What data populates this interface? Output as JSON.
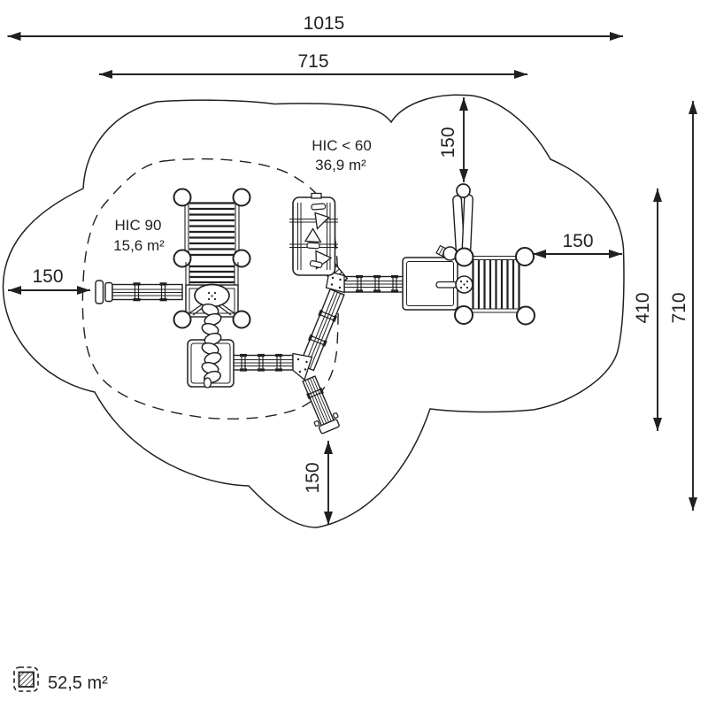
{
  "colors": {
    "ink": "#231f20",
    "background": "#ffffff"
  },
  "drawing": {
    "dimensions": {
      "total_width": "1015",
      "usable_width": "715",
      "clearance_left": "150",
      "clearance_top": "150",
      "clearance_right": "150",
      "clearance_bottom": "150",
      "equipment_height": "410",
      "total_height": "710"
    },
    "zones": {
      "outer": {
        "hic": "HIC < 60",
        "area": "36,9 m²"
      },
      "inner": {
        "hic": "HIC 90",
        "area": "15,6 m²"
      }
    },
    "legend": {
      "total_area": "52,5 m²"
    }
  }
}
